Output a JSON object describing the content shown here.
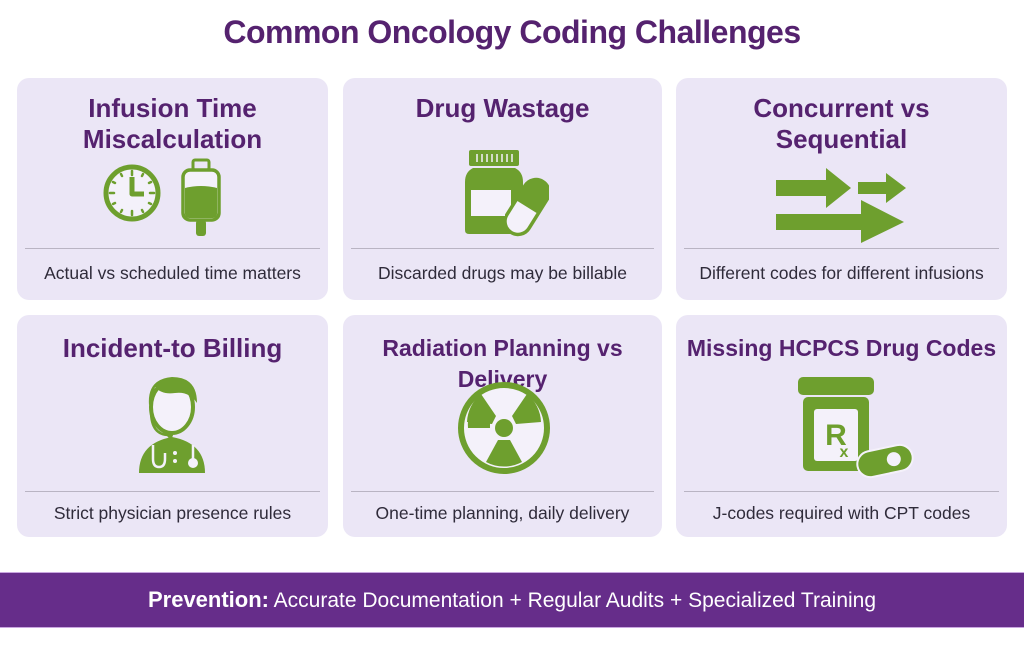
{
  "title": "Common Oncology Coding Challenges",
  "colors": {
    "title_purple": "#55226f",
    "icon_green": "#6e9f2e",
    "card_bg": "#ebe6f6",
    "banner_bg": "#662d8a"
  },
  "cards": [
    {
      "title_line1": "Infusion Time",
      "title_line2": "Miscalculation",
      "icons": [
        "clock-icon",
        "iv-bag-icon"
      ],
      "description": "Actual vs scheduled time matters"
    },
    {
      "title_line1": "Drug Wastage",
      "icons": [
        "pill-bottle-icon",
        "capsule-icon"
      ],
      "description": "Discarded drugs may be billable"
    },
    {
      "title_line1": "Concurrent vs",
      "title_line2": "Sequential",
      "icons": [
        "arrows-icon"
      ],
      "description": "Different codes for different infusions"
    },
    {
      "title_line1": "Incident-to Billing",
      "icons": [
        "physician-icon"
      ],
      "description": "Strict physician presence rules"
    },
    {
      "title_line1": "Radiation Planning vs Delivery",
      "icons": [
        "radiation-icon"
      ],
      "description": "One-time planning, daily delivery"
    },
    {
      "title_line1": "Missing HCPCS Drug Codes",
      "icons": [
        "rx-bottle-icon",
        "pill-icon"
      ],
      "description": "J-codes required with CPT codes"
    }
  ],
  "banner": {
    "label": "Prevention:",
    "text": " Accurate Documentation + Regular Audits + Specialized Training"
  }
}
